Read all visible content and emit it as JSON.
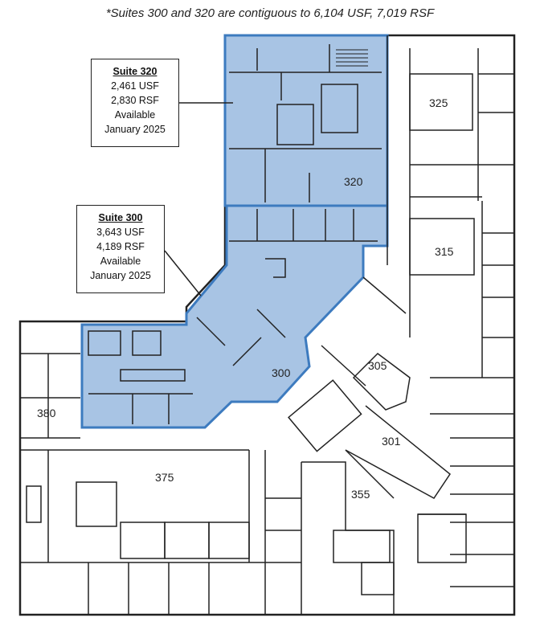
{
  "note": "*Suites 300 and 320 are contiguous to 6,104 USF, 7,019 RSF",
  "callouts": {
    "suite320": {
      "title": "Suite 320",
      "usf": "2,461 USF",
      "rsf": "2,830 RSF",
      "status": "Available",
      "date": "January 2025"
    },
    "suite300": {
      "title": "Suite 300",
      "usf": "3,643 USF",
      "rsf": "4,189 RSF",
      "status": "Available",
      "date": "January 2025"
    }
  },
  "rooms": {
    "r325": "325",
    "r320": "320",
    "r315": "315",
    "r300": "300",
    "r305": "305",
    "r301": "301",
    "r380": "380",
    "r375": "375",
    "r355": "355"
  },
  "colors": {
    "available_fill": "#a8c4e4",
    "available_outline": "#3d7bbf",
    "walls": "#222222"
  }
}
